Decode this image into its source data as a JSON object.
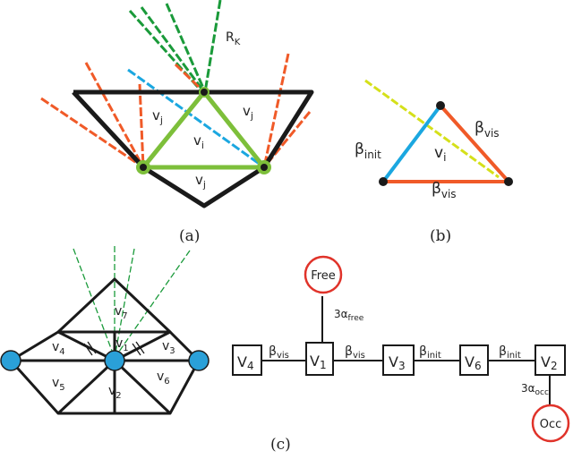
{
  "panels": {
    "a": {
      "caption": "(a)",
      "ray_label": "R",
      "ray_label_sub": "K",
      "cells": [
        {
          "base": "v",
          "sub": "j"
        },
        {
          "base": "v",
          "sub": "j"
        },
        {
          "base": "v",
          "sub": "i"
        },
        {
          "base": "v",
          "sub": "j"
        }
      ]
    },
    "b": {
      "caption": "(b)",
      "cell": {
        "base": "v",
        "sub": "i"
      },
      "edges": [
        {
          "base": "β",
          "sub": "init"
        },
        {
          "base": "β",
          "sub": "vis"
        },
        {
          "base": "β",
          "sub": "vis"
        }
      ]
    },
    "c": {
      "caption": "(c)",
      "mesh_labels": [
        {
          "base": "v",
          "sub": "7"
        },
        {
          "base": "v",
          "sub": "1"
        },
        {
          "base": "v",
          "sub": "4"
        },
        {
          "base": "v",
          "sub": "3"
        },
        {
          "base": "v",
          "sub": "5"
        },
        {
          "base": "v",
          "sub": "6"
        },
        {
          "base": "v",
          "sub": "2"
        }
      ],
      "graph_nodes": [
        {
          "base": "V",
          "sub": "4"
        },
        {
          "base": "V",
          "sub": "1"
        },
        {
          "base": "V",
          "sub": "3"
        },
        {
          "base": "V",
          "sub": "6"
        },
        {
          "base": "V",
          "sub": "2"
        }
      ],
      "graph_edges": [
        {
          "base": "β",
          "sub": "vis"
        },
        {
          "base": "β",
          "sub": "vis"
        },
        {
          "base": "β",
          "sub": "init"
        },
        {
          "base": "β",
          "sub": "init"
        }
      ],
      "terminals": {
        "free": "Free",
        "occ": "Occ"
      },
      "terminal_edges": {
        "free": {
          "base": "3α",
          "sub": "free"
        },
        "occ": {
          "base": "3α",
          "sub": "occ"
        }
      }
    }
  },
  "colors": {
    "mesh": "#1a1a1a",
    "cell_highlight": "#7dbf3a",
    "ray_red": "#f05a28",
    "ray_blue": "#1ba7e0",
    "ray_green": "#1a9a3a",
    "ray_yellow": "#d5e01a",
    "terminal_circle": "#e0332a",
    "vertex_fill": "#2aa0d8"
  }
}
